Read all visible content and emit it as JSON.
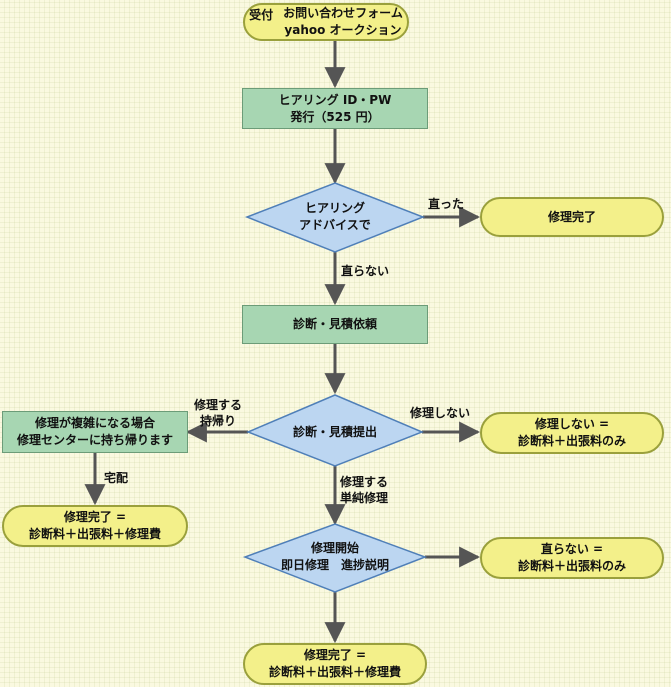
{
  "nodes": {
    "start": {
      "prefix": "受付",
      "line1": "お問い合わせフォーム",
      "line2": "yahoo オークション"
    },
    "hearing_id": {
      "line1": "ヒアリング ID・PW",
      "line2": "発行（525 円）"
    },
    "decision_hearing": {
      "line1": "ヒアリング",
      "line2": "アドバイスで"
    },
    "repair_done_1": {
      "line1": "修理完了"
    },
    "diagnosis_request": {
      "line1": "診断・見積依頼"
    },
    "decision_diagnosis": {
      "line1": "診断・見積提出"
    },
    "complex_repair": {
      "line1": "修理が複雑になる場合",
      "line2": "修理センターに持ち帰ります"
    },
    "no_repair_result": {
      "line1": "修理しない =",
      "line2": "診断料＋出張料のみ"
    },
    "repair_done_left": {
      "line1": "修理完了 =",
      "line2": "診断料＋出張料＋修理費"
    },
    "decision_repair_start": {
      "line1": "修理開始",
      "line2a": "即日修理",
      "line2b": "進捗説明"
    },
    "not_fixed_result": {
      "line1": "直らない =",
      "line2": "診断料＋出張料のみ"
    },
    "repair_done_final": {
      "line1": "修理完了 =",
      "line2": "診断料＋出張料＋修理費"
    }
  },
  "edge_labels": {
    "fixed": "直った",
    "not_fixed": "直らない",
    "take_home_1": "修理する",
    "take_home_2": "持帰り",
    "no_repair": "修理しない",
    "delivery": "宅配",
    "simple_repair_1": "修理する",
    "simple_repair_2": "単純修理"
  },
  "colors": {
    "pill_fill": "#f3f08a",
    "pill_border": "#9aa03c",
    "rect_fill": "#a7d6b2",
    "rect_border": "#6c9c78",
    "diamond_fill": "#bcd6f1",
    "diamond_border": "#4f7fb8",
    "arrow": "#555555"
  }
}
